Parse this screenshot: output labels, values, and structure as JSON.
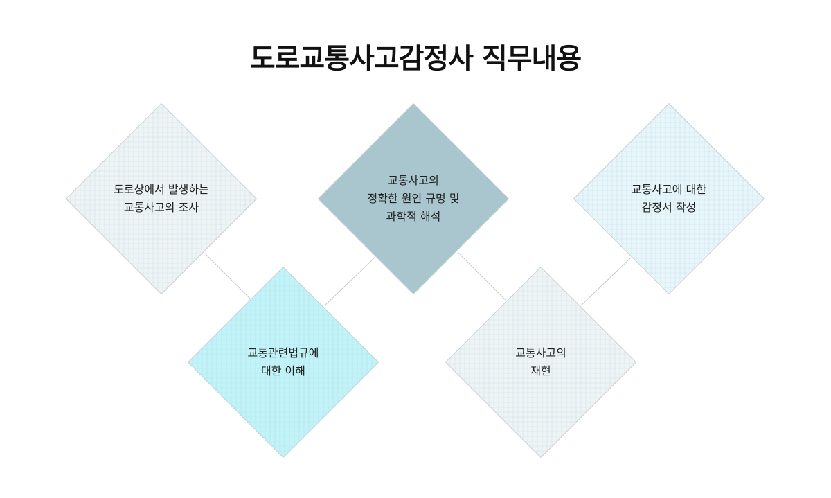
{
  "title": "도로교통사고감정사 직무내용",
  "items": [
    {
      "lines": [
        "도로상에서 발생하는",
        "교통사고의 조사"
      ],
      "fill": "#eef3f6"
    },
    {
      "lines": [
        "교통관련법규에",
        "대한 이해"
      ],
      "fill": "#c0f4f9"
    },
    {
      "lines": [
        "교통사고의",
        "정확한 원인 규명 및",
        "과학적 해석"
      ],
      "fill": "#a9c6cf"
    },
    {
      "lines": [
        "교통사고의",
        "재현"
      ],
      "fill": "#eef3f6"
    },
    {
      "lines": [
        "교통사고에 대한",
        "감정서 작성"
      ],
      "fill": "#e6f6fb"
    }
  ],
  "colors": {
    "border": "#c9cfd3",
    "grid": "#a8c2cc",
    "connector": "#c8c8c8"
  }
}
